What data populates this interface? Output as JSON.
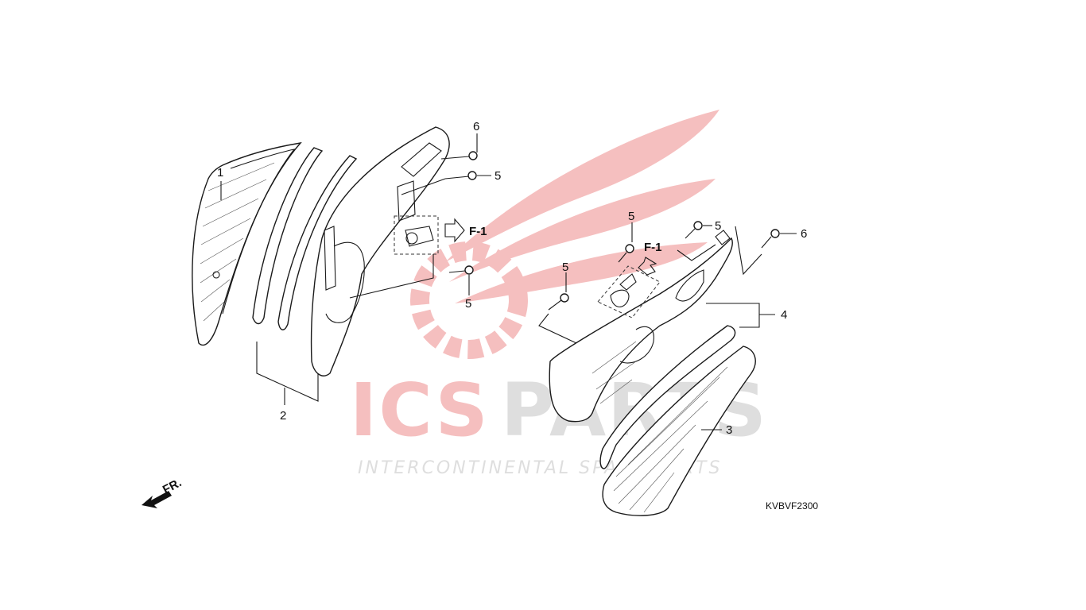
{
  "watermark": {
    "brand_left": "ICS",
    "brand_right": "PARTS",
    "tagline": "INTERCONTINENTAL SPARE PARTS",
    "red": "#e23b3b",
    "gray": "#9a9a9a"
  },
  "callouts": {
    "part_1": "1",
    "part_2": "2",
    "part_3": "3",
    "part_4": "4",
    "screw_5_a": "5",
    "screw_5_b": "5",
    "screw_5_c": "5",
    "screw_5_d": "5",
    "screw_5_e": "5",
    "screw_6_a": "6",
    "screw_6_b": "6"
  },
  "references": {
    "left_ref": "F-1",
    "right_ref": "F-1"
  },
  "direction": {
    "label": "FR."
  },
  "diagram_code": "KVBVF2300"
}
